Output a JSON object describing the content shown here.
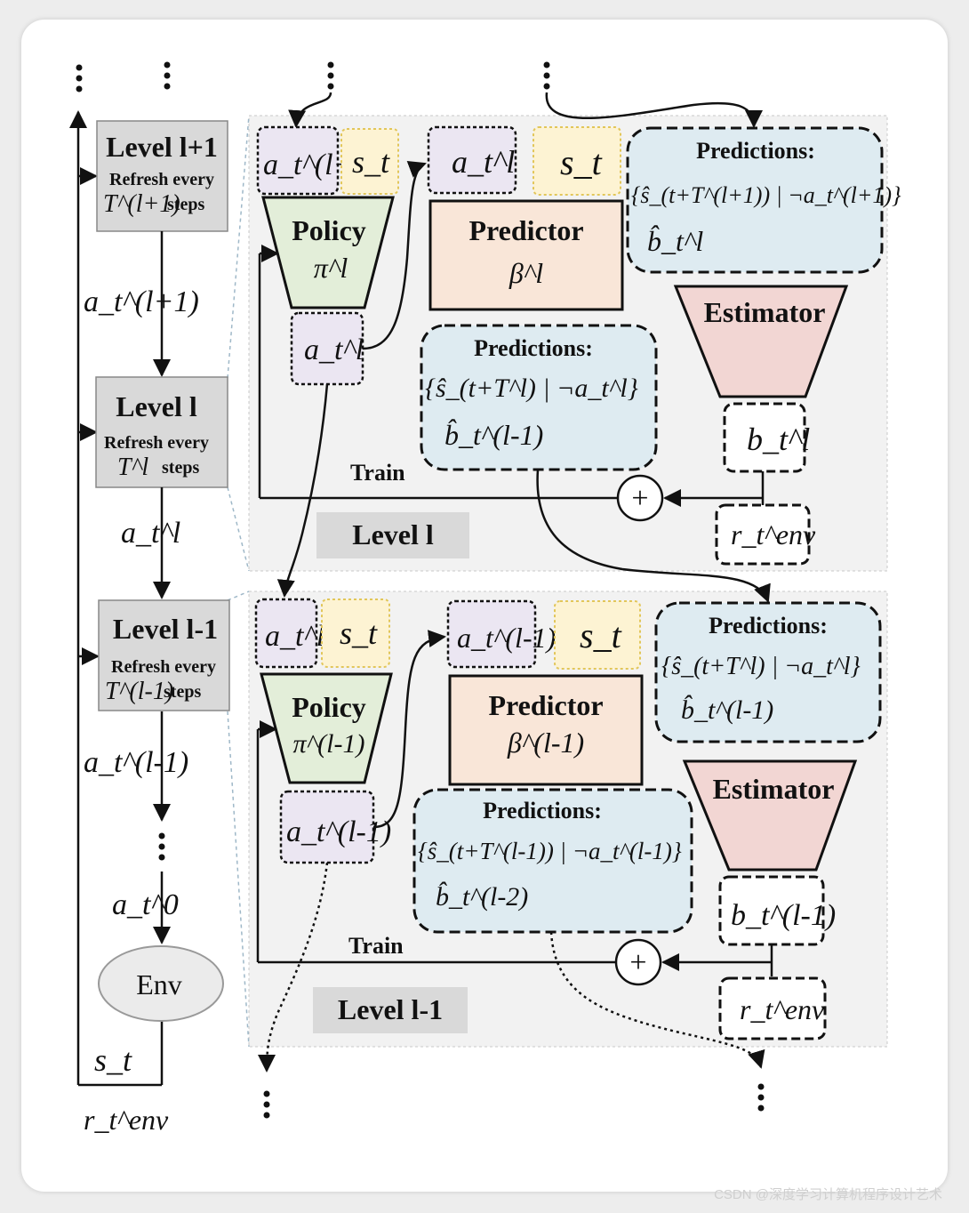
{
  "left_column": {
    "level_up": {
      "title": "Level l+1",
      "refresh": "Refresh every",
      "period": "T^(l+1)",
      "steps": "steps"
    },
    "level_mid": {
      "title": "Level l",
      "refresh": "Refresh every",
      "period": "T^l",
      "steps": "steps"
    },
    "level_down": {
      "title": "Level l-1",
      "refresh": "Refresh every",
      "period": "T^(l-1)",
      "steps": "steps"
    },
    "action_up": "a_t^(l+1)",
    "action_mid": "a_t^l",
    "action_down": "a_t^(l-1)",
    "action_zero": "a_t^0",
    "env": "Env",
    "state": "s_t",
    "reward": "r_t^env"
  },
  "panel_upper": {
    "label": "Level l",
    "policy_title": "Policy",
    "policy_symbol": "π^l",
    "input_action": "a_t^(l+1)",
    "input_state": "s_t",
    "output_action": "a_t^l",
    "predictor_input_action": "a_t^l",
    "predictor_input_state": "s_t",
    "predictor_title": "Predictor",
    "predictor_symbol": "β^l",
    "pred_upper_title": "Predictions:",
    "pred_upper_line1": "{ŝ_(t+T^(l+1)) | ¬a_t^(l+1)}",
    "pred_upper_line2": "b̂_t^l",
    "pred_own_title": "Predictions:",
    "pred_own_line1": "{ŝ_(t+T^l) | ¬a_t^l}",
    "pred_own_line2": "b̂_t^(l-1)",
    "estimator_title": "Estimator",
    "estimate": "b_t^l",
    "reward": "r_t^env",
    "train": "Train",
    "plus": "+"
  },
  "panel_lower": {
    "label": "Level l-1",
    "policy_title": "Policy",
    "policy_symbol": "π^(l-1)",
    "input_action": "a_t^l",
    "input_state": "s_t",
    "output_action": "a_t^(l-1)",
    "predictor_input_action": "a_t^(l-1)",
    "predictor_input_state": "s_t",
    "predictor_title": "Predictor",
    "predictor_symbol": "β^(l-1)",
    "pred_upper_title": "Predictions:",
    "pred_upper_line1": "{ŝ_(t+T^l) | ¬a_t^l}",
    "pred_upper_line2": "b̂_t^(l-1)",
    "pred_own_title": "Predictions:",
    "pred_own_line1": "{ŝ_(t+T^(l-1)) | ¬a_t^(l-1)}",
    "pred_own_line2": "b̂_t^(l-2)",
    "estimator_title": "Estimator",
    "estimate": "b_t^(l-1)",
    "reward": "r_t^env",
    "train": "Train",
    "plus": "+"
  },
  "watermark": "CSDN @深度学习计算机程序设计艺术",
  "colors": {
    "panel_bg": "#f2f2f2",
    "level_box": "#d9d9d9",
    "policy": "#e3eed9",
    "predictor": "#f9e6d8",
    "prediction": "#deebf1",
    "estimator": "#f2d6d3",
    "action_chip": "#ebe6f2",
    "state_chip": "#fdf3d3"
  }
}
